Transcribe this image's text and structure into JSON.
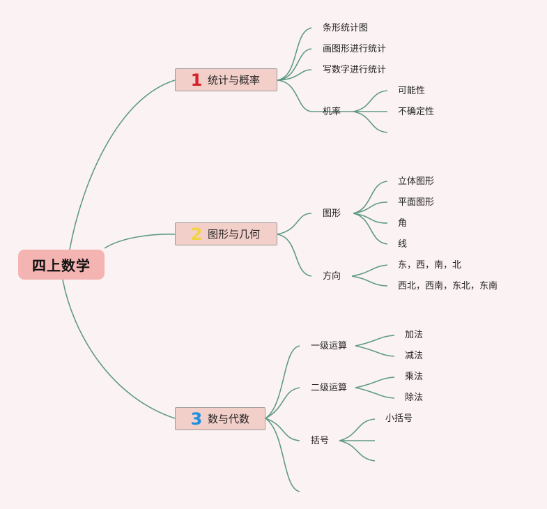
{
  "root": {
    "label": "四上数学"
  },
  "branches": [
    {
      "num": "1",
      "label": "统计与概率",
      "num_color": "#d71f2a"
    },
    {
      "num": "2",
      "label": "图形与几何",
      "num_color": "#f2d440"
    },
    {
      "num": "3",
      "label": "数与代数",
      "num_color": "#1f8fe0"
    }
  ],
  "topics": {
    "b1": [
      "条形统计图",
      "画图形进行统计",
      "写数字进行统计"
    ],
    "b1_prob": {
      "label": "机率",
      "items": [
        "可能性",
        "不确定性"
      ]
    },
    "b2_shape": {
      "label": "图形",
      "items": [
        "立体图形",
        "平面图形",
        "角",
        "线"
      ]
    },
    "b2_dir": {
      "label": "方向",
      "items": [
        "东，西，南，北",
        "西北，西南，东北，东南"
      ]
    },
    "b3_l1": {
      "label": "一级运算",
      "items": [
        "加法",
        "减法"
      ]
    },
    "b3_l2": {
      "label": "二级运算",
      "items": [
        "乘法",
        "除法"
      ]
    },
    "b3_br": {
      "label": "括号",
      "items": [
        "小括号"
      ]
    }
  },
  "colors": {
    "connector": "#5f9a84",
    "background": "#fbf2f3"
  }
}
